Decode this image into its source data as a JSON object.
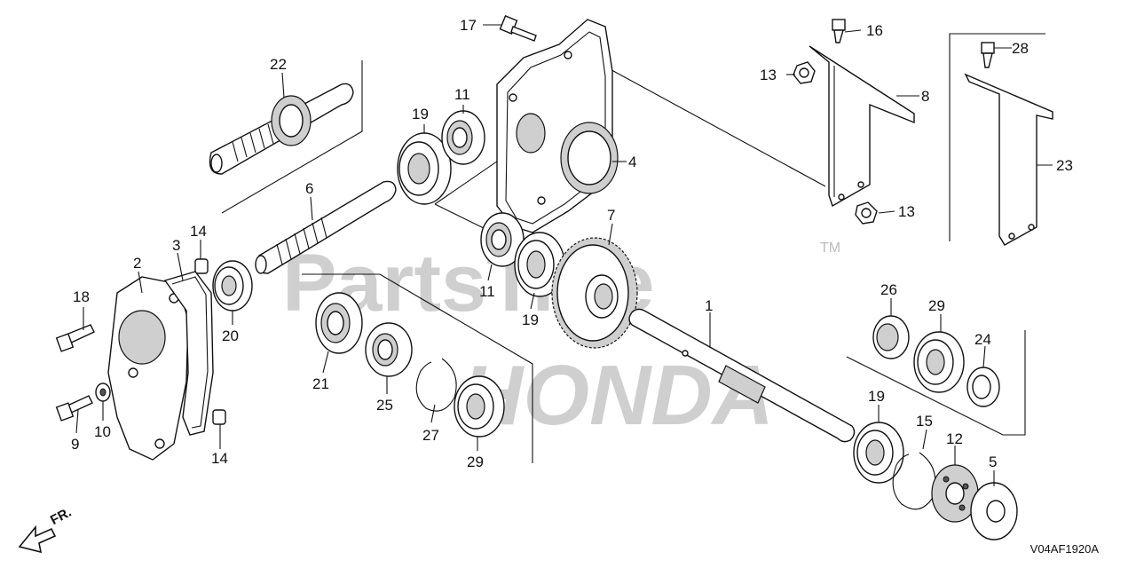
{
  "watermark": {
    "text": "PartsTree",
    "tm": "TM",
    "brand": "HONDA"
  },
  "diagram_code": "V04AF1920A",
  "direction_label": "FR.",
  "callouts": {
    "c1": "1",
    "c2": "2",
    "c3": "3",
    "c4": "4",
    "c5": "5",
    "c6": "6",
    "c7": "7",
    "c8": "8",
    "c9": "9",
    "c10": "10",
    "c11a": "11",
    "c11b": "11",
    "c12": "12",
    "c13a": "13",
    "c13b": "13",
    "c14a": "14",
    "c14b": "14",
    "c15": "15",
    "c16": "16",
    "c17": "17",
    "c18": "18",
    "c19a": "19",
    "c19b": "19",
    "c19c": "19",
    "c20": "20",
    "c21": "21",
    "c22": "22",
    "c23": "23",
    "c24": "24",
    "c25": "25",
    "c26": "26",
    "c27": "27",
    "c28": "28",
    "c29a": "29",
    "c29b": "29"
  }
}
